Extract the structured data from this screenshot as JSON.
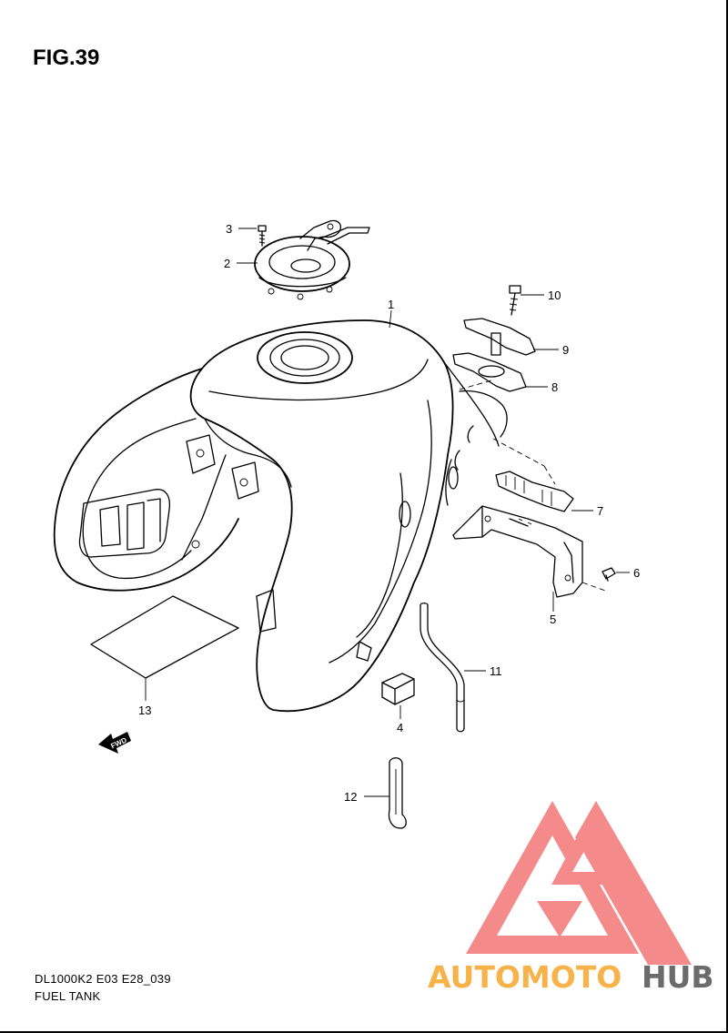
{
  "figure": {
    "title": "FIG.39"
  },
  "footer": {
    "code": "DL1000K2 E03 E28_039",
    "name": "FUEL TANK"
  },
  "fwd_label": "FWD",
  "callouts": [
    {
      "num": "1"
    },
    {
      "num": "2"
    },
    {
      "num": "3"
    },
    {
      "num": "4"
    },
    {
      "num": "5"
    },
    {
      "num": "6"
    },
    {
      "num": "7"
    },
    {
      "num": "8"
    },
    {
      "num": "9"
    },
    {
      "num": "10"
    },
    {
      "num": "11"
    },
    {
      "num": "12"
    },
    {
      "num": "13"
    }
  ],
  "watermark": {
    "part1": "AUTOMOTO",
    "part2": "HUB",
    "color_part1": "#f7b24a",
    "color_part2": "#6b6b6b",
    "logo_color": "#f48a8a"
  }
}
